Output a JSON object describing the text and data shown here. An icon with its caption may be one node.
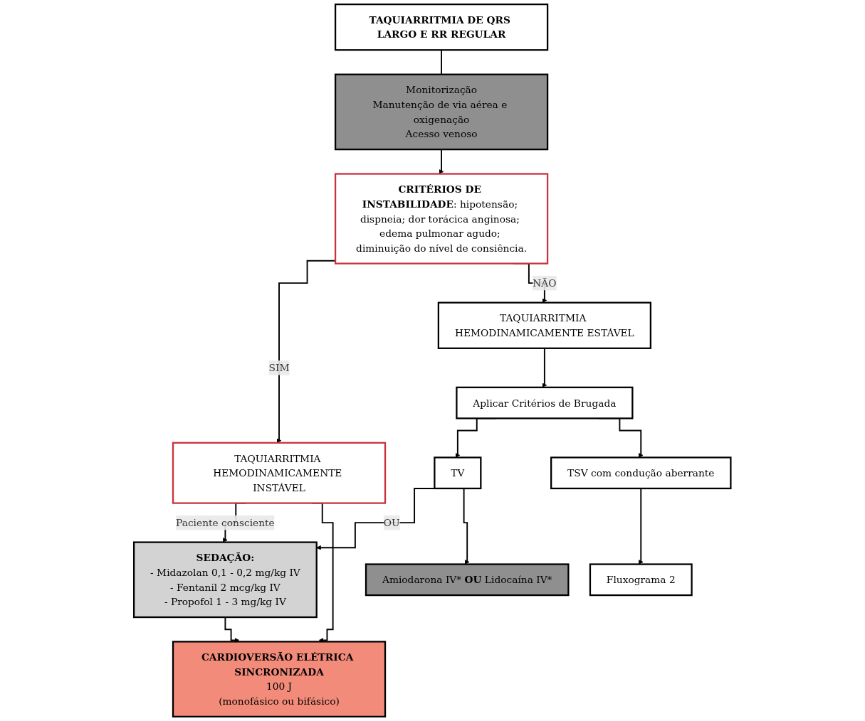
{
  "diagram": {
    "nodes": [
      {
        "text": [
          "TAQUIARRITMIA DE QRS LARGO E RR REGULAR"
        ]
      },
      {
        "text": [
          "Monitorização",
          "Manutenção de via aérea e oxigenação",
          "Acesso venoso"
        ]
      },
      {
        "text": [
          "**CRITÉRIOS DE INSTABILIDADE**: hipotensão; dispneia; dor torácica anginosa; edema pulmonar agudo; diminuição do nível de consiência."
        ]
      },
      {
        "text": [
          "TAQUIARRITMIA HEMODINAMICAMENTE INSTÁVEL"
        ]
      },
      {
        "text": [
          "TAQUIARRITMIA HEMODINAMICAMENTE ESTÁVEL"
        ]
      },
      {
        "text": [
          "SEDAÇÃO:",
          "- Midazolan 0,1 - 0,2 mg/kg IV",
          "- Fentanil 2 mcg/kg IV",
          "- Propofol 1 - 3 mg/kg IV"
        ]
      },
      {
        "text": [
          "Aplicar Critérios de Brugada"
        ]
      },
      {
        "text": [
          "TV"
        ]
      },
      {
        "text": [
          "TSV com condução aberrante"
        ]
      },
      {
        "text": [
          "CARDIOVERSÃO ELÉTRICA SINCRONIZADA",
          "100 J",
          "(monofásico ou bifásico)"
        ]
      },
      {
        "text": [
          "Fluxograma 2"
        ]
      },
      {
        "text": [
          "Amiodarona IV* **OU** Lidocaína IV*"
        ]
      }
    ],
    "edges": [
      {
        "from": 0,
        "to": 1,
        "arrow": "none"
      },
      {
        "from": 1,
        "to": 2,
        "arrow": "to"
      },
      {
        "from": 2,
        "to": 3,
        "arrow": "to",
        "label": "SIM"
      },
      {
        "from": 2,
        "to": 4,
        "arrow": "to",
        "label": "NÃO"
      },
      {
        "from": 3,
        "to": 5,
        "arrow": "to",
        "label": "Paciente consciente"
      },
      {
        "from": 3,
        "to": 9,
        "arrow": "to"
      },
      {
        "from": 5,
        "to": 9,
        "arrow": "to"
      },
      {
        "from": 4,
        "to": 6,
        "arrow": "to"
      },
      {
        "from": 6,
        "to": 7,
        "arrow": "to"
      },
      {
        "from": 6,
        "to": 8,
        "arrow": "to"
      },
      {
        "from": 7,
        "to": 5,
        "arrow": "to",
        "label": "OU"
      },
      {
        "from": 7,
        "to": 11,
        "arrow": "to"
      },
      {
        "from": 8,
        "to": 10,
        "arrow": "to"
      }
    ]
  }
}
